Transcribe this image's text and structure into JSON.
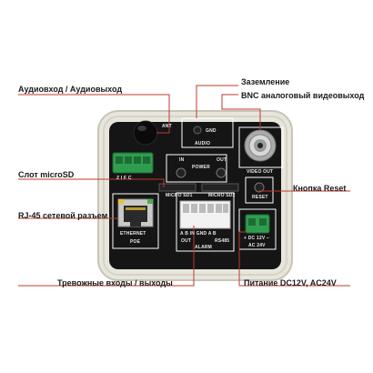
{
  "callouts": {
    "audio_in_out": "Аудиовход / Аудиовыход",
    "ground": "Заземление",
    "bnc_video_out": "BNC аналоговый видеовыход",
    "microsd_slot": "Слот microSD",
    "reset_button": "Кнопка Reset",
    "rj45_port": "RJ-45 сетевой разъем",
    "alarm_io": "Тревожные входы / выходы",
    "power_supply": "Питание DC12V, AC24V"
  },
  "panel_labels": {
    "ant": "ANT",
    "gnd": "GND",
    "audio": "AUDIO",
    "in": "IN",
    "out": "OUT",
    "power": "POWER",
    "video_out": "VIDEO OUT",
    "micro_sd1": "MICRO SD1",
    "micro_sd2": "MICRO SD2",
    "reset": "RESET",
    "ethernet": "ETHERNET",
    "poe": "POE",
    "audio_pins": "Z  I  F  C",
    "alarm_pins": "A  B  IN GND  A  B",
    "alarm_out": "OUT",
    "rs485": "RS485",
    "alarm": "ALARM",
    "dc": "+ DC 12V –",
    "ac": "AC 24V"
  },
  "colors": {
    "leader_line": "#c0392b",
    "housing": "#e8e6dc",
    "panel": "#151515",
    "terminal_green": "#2e9e4e"
  }
}
